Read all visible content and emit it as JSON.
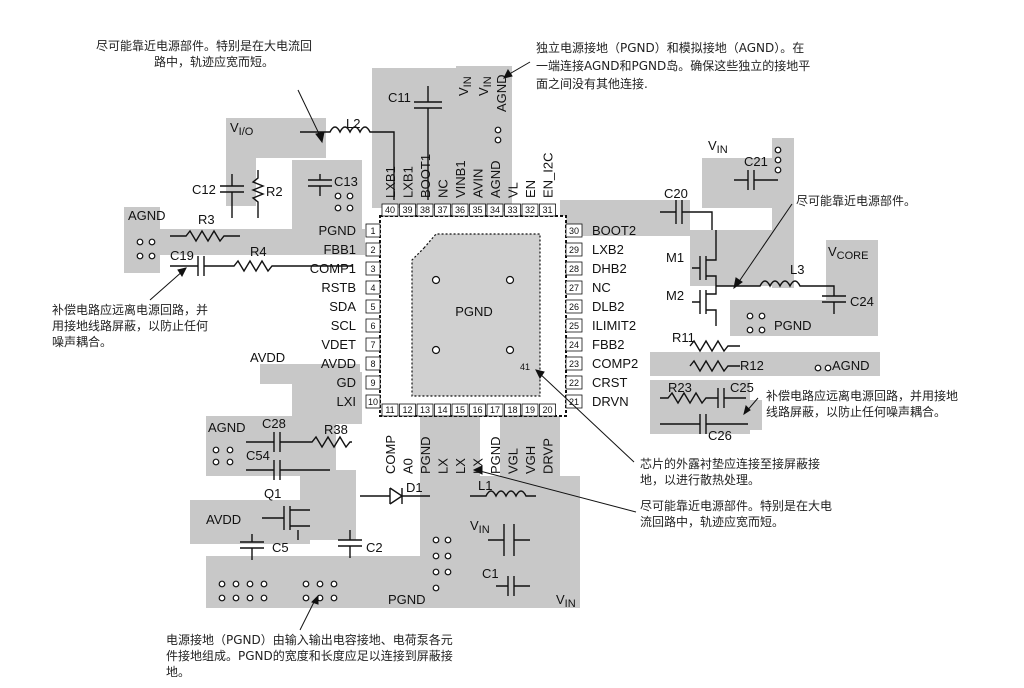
{
  "notes": {
    "top_left_1": "尽可能靠近电源部件。特别是在大电流回",
    "top_left_2": "路中，轨迹应宽而短。",
    "top_right_1": "独立电源接地（PGND）和模拟接地（AGND）。在",
    "top_right_2": "一端连接AGND和PGND岛。确保这些独立的接地平",
    "top_right_3": "面之间没有其他连接.",
    "right_near": "尽可能靠近电源部件。",
    "left_comp_1": "补偿电路应远离电源回路，并",
    "left_comp_2": "用接地线路屏蔽，以防止任何",
    "left_comp_3": "噪声耦合。",
    "right_comp_1": "补偿电路应远离电源回路，并用接地",
    "right_comp_2": "线路屏蔽，以防止任何噪声耦合。",
    "pad_1": "芯片的外露衬垫应连接至接屏蔽接",
    "pad_2": "地，以进行散热处理。",
    "bottom_right_1": "尽可能靠近电源部件。特别是在大电",
    "bottom_right_2": "流回路中，轨迹应宽而短。",
    "bottom_1": "电源接地（PGND）由输入输出电容接地、电荷泵各元",
    "bottom_2": "件接地组成。PGND的宽度和长度应足以连接到屏蔽接",
    "bottom_3": "地。"
  },
  "chip": {
    "center_label": "PGND",
    "pad_number": "41",
    "left_pins": [
      {
        "num": "1",
        "name": "PGND"
      },
      {
        "num": "2",
        "name": "FBB1"
      },
      {
        "num": "3",
        "name": "COMP1"
      },
      {
        "num": "4",
        "name": "RSTB"
      },
      {
        "num": "5",
        "name": "SDA"
      },
      {
        "num": "6",
        "name": "SCL"
      },
      {
        "num": "7",
        "name": "VDET"
      },
      {
        "num": "8",
        "name": "AVDD"
      },
      {
        "num": "9",
        "name": "GD"
      },
      {
        "num": "10",
        "name": "LXI"
      }
    ],
    "right_pins": [
      {
        "num": "30",
        "name": "BOOT2"
      },
      {
        "num": "29",
        "name": "LXB2"
      },
      {
        "num": "28",
        "name": "DHB2"
      },
      {
        "num": "27",
        "name": "NC"
      },
      {
        "num": "26",
        "name": "DLB2"
      },
      {
        "num": "25",
        "name": "ILIMIT2"
      },
      {
        "num": "24",
        "name": "FBB2"
      },
      {
        "num": "23",
        "name": "COMP2"
      },
      {
        "num": "22",
        "name": "CRST"
      },
      {
        "num": "21",
        "name": "DRVN"
      }
    ],
    "top_pins": [
      {
        "num": "40",
        "name": "LXB1"
      },
      {
        "num": "39",
        "name": "LXB1"
      },
      {
        "num": "38",
        "name": "BOOT1"
      },
      {
        "num": "37",
        "name": "NC"
      },
      {
        "num": "36",
        "name": "VINB1"
      },
      {
        "num": "35",
        "name": "AVIN"
      },
      {
        "num": "34",
        "name": "AGND"
      },
      {
        "num": "33",
        "name": "VL"
      },
      {
        "num": "32",
        "name": "EN"
      },
      {
        "num": "31",
        "name": "EN_I2C"
      }
    ],
    "bottom_pins": [
      {
        "num": "11",
        "name": "COMP"
      },
      {
        "num": "12",
        "name": "A0"
      },
      {
        "num": "13",
        "name": "PGND"
      },
      {
        "num": "14",
        "name": "LX"
      },
      {
        "num": "15",
        "name": "LX"
      },
      {
        "num": "16",
        "name": "LX"
      },
      {
        "num": "17",
        "name": "PGND"
      },
      {
        "num": "18",
        "name": "VGL"
      },
      {
        "num": "19",
        "name": "VGH"
      },
      {
        "num": "20",
        "name": "DRVP"
      }
    ]
  },
  "labels": {
    "vio": "V",
    "vio_sub": "I/O",
    "l2": "L2",
    "c11": "C11",
    "vin": "V",
    "vin_sub": "IN",
    "agnd_top": "AGND",
    "c12": "C12",
    "r2": "R2",
    "c13": "C13",
    "agnd_left": "AGND",
    "r3": "R3",
    "c19": "C19",
    "r4": "R4",
    "avdd_left": "AVDD",
    "c20": "C20",
    "c21": "C21",
    "m1": "M1",
    "m2": "M2",
    "vcore": "V",
    "vcore_sub": "CORE",
    "l3": "L3",
    "c24": "C24",
    "pgnd_right": "PGND",
    "r11": "R11",
    "r12": "R12",
    "agnd_right": "AGND",
    "r23": "R23",
    "c25": "C25",
    "c26": "C26",
    "agnd_bl": "AGND",
    "c28": "C28",
    "r38": "R38",
    "c54": "C54",
    "q1": "Q1",
    "avdd_bl": "AVDD",
    "c5": "C5",
    "c2": "C2",
    "d1": "D1",
    "l1": "L1",
    "c1": "C1",
    "pgnd_bottom": "PGND"
  }
}
